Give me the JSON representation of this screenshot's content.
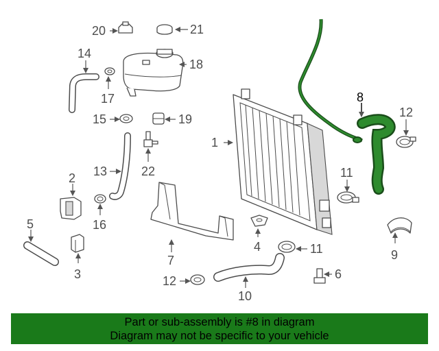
{
  "diagram": {
    "highlight_color": "#1e6e1e",
    "callouts": {
      "c1": "1",
      "c2": "2",
      "c3": "3",
      "c4": "4",
      "c5": "5",
      "c6": "6",
      "c7": "7",
      "c8": "8",
      "c9": "9",
      "c10": "10",
      "c11a": "11",
      "c11b": "11",
      "c12a": "12",
      "c12b": "12",
      "c13": "13",
      "c14": "14",
      "c15": "15",
      "c16": "16",
      "c17": "17",
      "c18": "18",
      "c19": "19",
      "c20": "20",
      "c21": "21",
      "c22": "22"
    }
  },
  "banner": {
    "line1": "Part or sub-assembly is #8 in diagram",
    "line2": "Diagram may not be specific to your vehicle",
    "background": "#1a7a1a"
  }
}
